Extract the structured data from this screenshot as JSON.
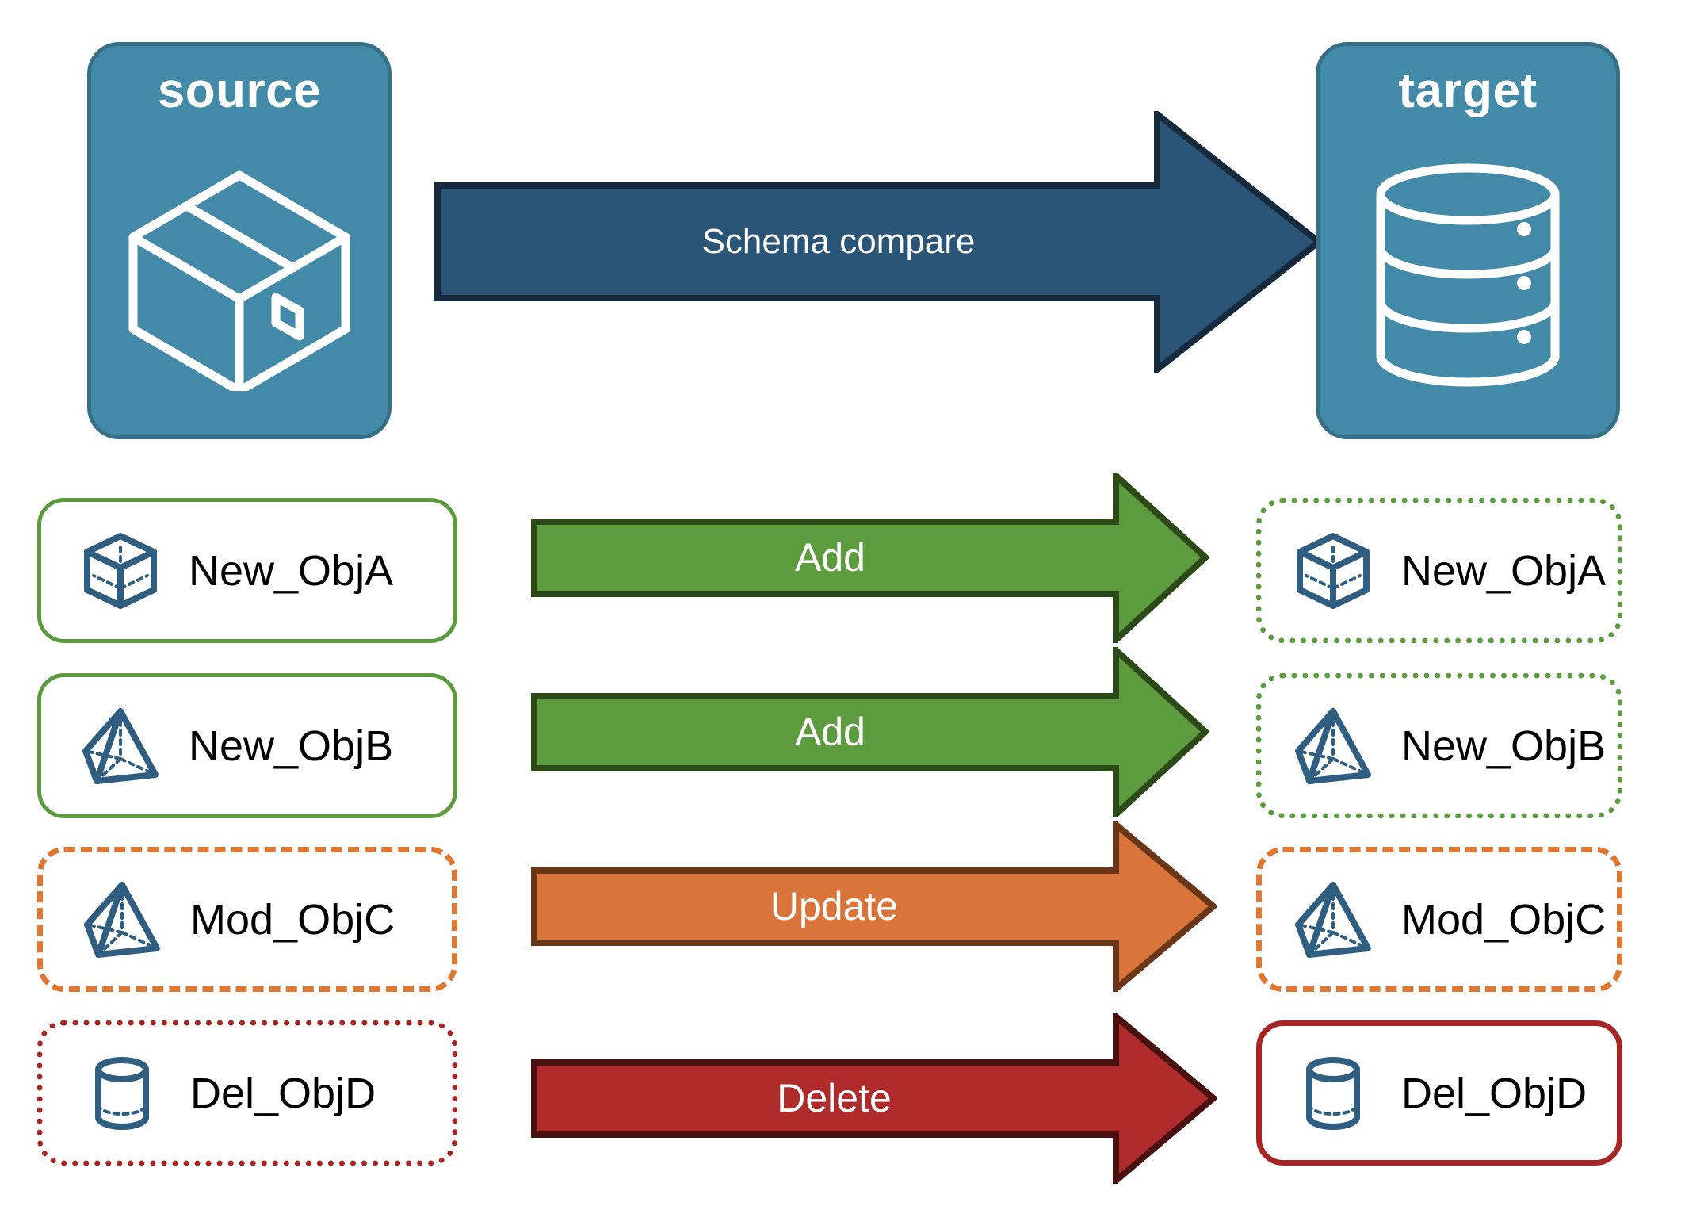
{
  "diagram": {
    "title": "Schema compare",
    "colors": {
      "endpoint_fill": "#4389A8",
      "endpoint_border": "#376F87",
      "compare_arrow_fill": "#2A5576",
      "compare_arrow_border": "#152A3C",
      "add_fill": "#5D9B3F",
      "add_border": "#2C4A18",
      "update_fill": "#D9743A",
      "update_border": "#6B3617",
      "delete_fill": "#B02B2B",
      "delete_border": "#4A1010",
      "object_icon": "#2F5E80",
      "label_text": "#000000",
      "arrow_text": "#FFFFFF"
    }
  },
  "endpoints": {
    "source": {
      "title": "source",
      "icon": "package-cube-icon"
    },
    "target": {
      "title": "target",
      "icon": "database-cylinder-icon"
    }
  },
  "compare_arrow": {
    "label": "Schema compare",
    "icon": "right-arrow-icon"
  },
  "rows": [
    {
      "action": "Add",
      "action_kind": "add",
      "source": {
        "label": "New_ObjA",
        "icon": "cube-wireframe-icon",
        "border_style": "solid",
        "border_color": "#5D9B3F"
      },
      "target": {
        "label": "New_ObjA",
        "icon": "cube-wireframe-icon",
        "border_style": "dotted",
        "border_color": "#5D9B3F"
      }
    },
    {
      "action": "Add",
      "action_kind": "add",
      "source": {
        "label": "New_ObjB",
        "icon": "pyramid-wireframe-icon",
        "border_style": "solid",
        "border_color": "#5D9B3F"
      },
      "target": {
        "label": "New_ObjB",
        "icon": "pyramid-wireframe-icon",
        "border_style": "dotted",
        "border_color": "#5D9B3F"
      }
    },
    {
      "action": "Update",
      "action_kind": "update",
      "source": {
        "label": "Mod_ObjC",
        "icon": "pyramid-wireframe-icon",
        "border_style": "dashed",
        "border_color": "#DE7832"
      },
      "target": {
        "label": "Mod_ObjC",
        "icon": "pyramid-wireframe-icon",
        "border_style": "dashed",
        "border_color": "#DE7832"
      }
    },
    {
      "action": "Delete",
      "action_kind": "delete",
      "source": {
        "label": "Del_ObjD",
        "icon": "cylinder-wireframe-icon",
        "border_style": "dotted",
        "border_color": "#A82525"
      },
      "target": {
        "label": "Del_ObjD",
        "icon": "cylinder-wireframe-icon",
        "border_style": "solid",
        "border_color": "#A82525"
      }
    }
  ]
}
